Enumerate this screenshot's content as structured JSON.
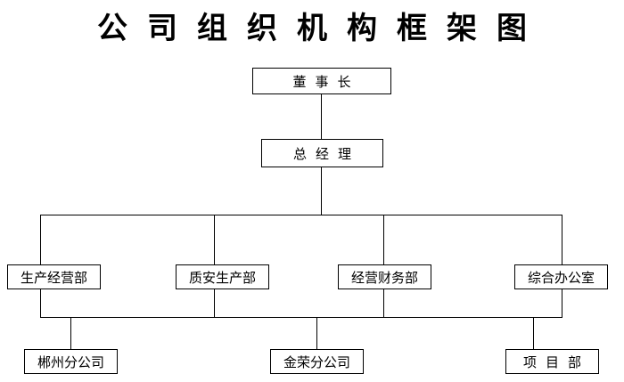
{
  "page": {
    "title": "公司组织机构框架图"
  },
  "nodes": {
    "chairman": {
      "label": "董事长",
      "level": 1
    },
    "general_manager": {
      "label": "总经理",
      "level": 2
    },
    "dept_production": {
      "label": "生产经营部",
      "level": 3
    },
    "dept_quality_safety": {
      "label": "质安生产部",
      "level": 3
    },
    "dept_finance": {
      "label": "经营财务部",
      "level": 3
    },
    "dept_general_office": {
      "label": "综合办公室",
      "level": 3
    },
    "branch_chenzhou": {
      "label": "郴州分公司",
      "level": 4
    },
    "branch_jinrong": {
      "label": "金荣分公司",
      "level": 4
    },
    "dept_project": {
      "label": "项目部",
      "level": 4
    }
  },
  "edges": [
    {
      "from": "董事长",
      "to": "总经理"
    },
    {
      "from": "总经理",
      "to": "生产经营部"
    },
    {
      "from": "总经理",
      "to": "质安生产部"
    },
    {
      "from": "总经理",
      "to": "经营财务部"
    },
    {
      "from": "总经理",
      "to": "综合办公室"
    },
    {
      "from": "生产经营部",
      "to": "郴州分公司"
    },
    {
      "from": "质安生产部",
      "to": "金荣分公司"
    },
    {
      "from": "经营财务部",
      "to": "金荣分公司"
    },
    {
      "from": "综合办公室",
      "to": "项目部"
    }
  ],
  "colors": {
    "background": "#ffffff",
    "line": "#000000",
    "box_border": "#000000",
    "text": "#000000"
  }
}
